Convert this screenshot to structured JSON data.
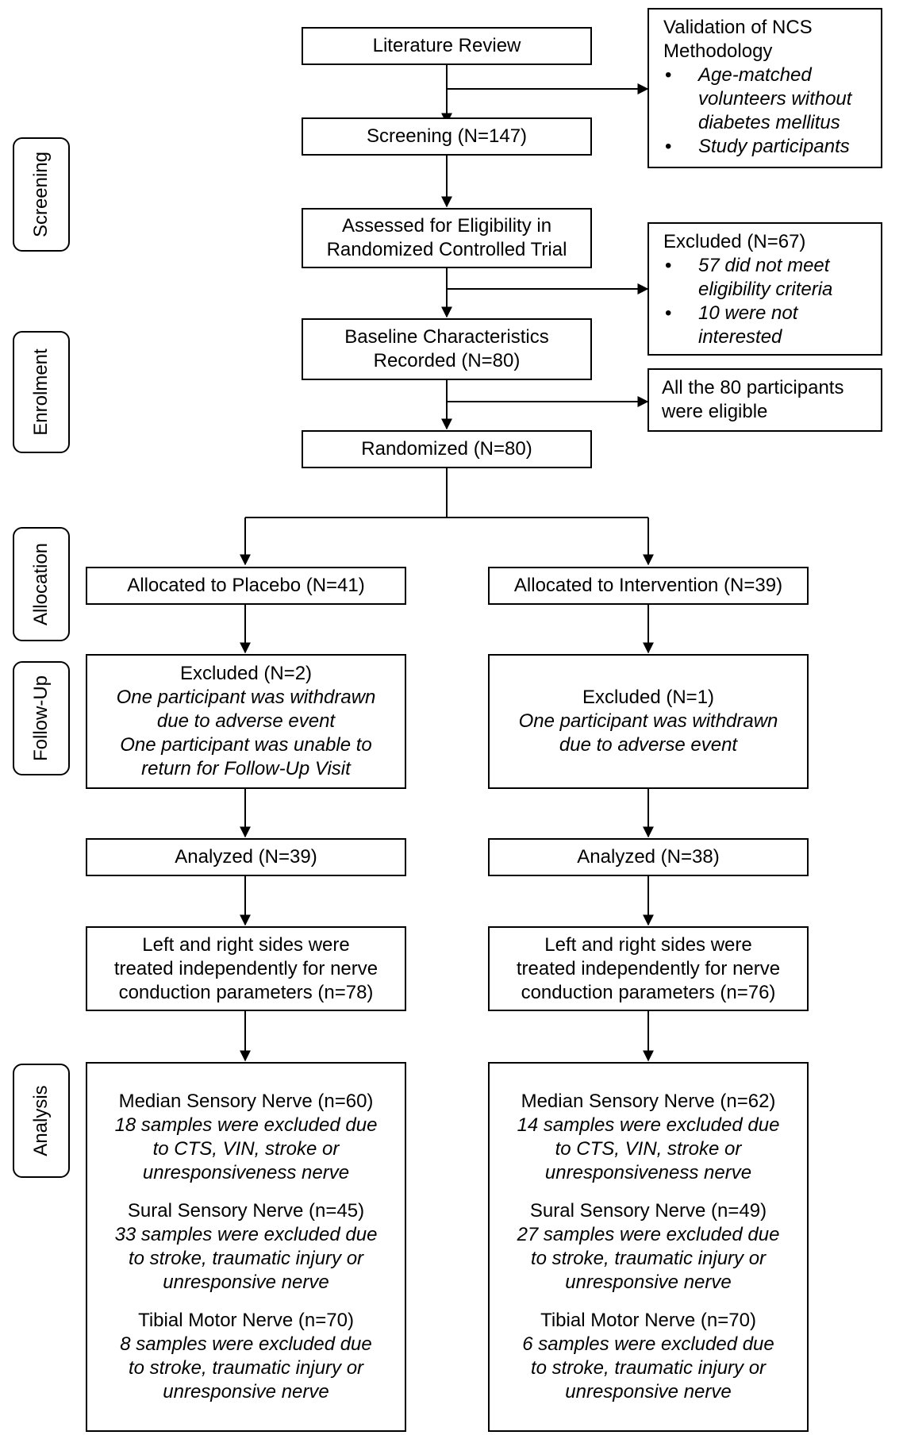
{
  "phases": {
    "screening": "Screening",
    "enrolment": "Enrolment",
    "allocation": "Allocation",
    "follow_up": "Follow-Up",
    "analysis": "Analysis"
  },
  "literature_review": "Literature Review",
  "validation": {
    "title_line1": "Validation of NCS",
    "title_line2": "Methodology",
    "items": [
      {
        "line1": "Age-matched",
        "line2": "volunteers without",
        "line3": "diabetes mellitus"
      },
      {
        "line1": "Study participants"
      }
    ]
  },
  "screening_box": "Screening (N=147)",
  "eligibility": {
    "line1": "Assessed for Eligibility in",
    "line2": "Randomized Controlled Trial"
  },
  "excluded_67": {
    "title": "Excluded (N=67)",
    "items": [
      {
        "line1": "57 did not meet",
        "line2": "eligibility criteria"
      },
      {
        "line1": "10 were not",
        "line2": "interested"
      }
    ]
  },
  "baseline": {
    "line1": "Baseline Characteristics",
    "line2": "Recorded (N=80)"
  },
  "all_eligible": {
    "line1": "All the 80 participants",
    "line2": "were eligible"
  },
  "randomized": "Randomized (N=80)",
  "placebo": {
    "allocated": "Allocated to Placebo (N=41)",
    "excluded_title": "Excluded (N=2)",
    "excluded_lines": [
      "One participant was withdrawn",
      "due to adverse event",
      "One participant was unable to",
      "return for Follow-Up Visit"
    ],
    "analyzed": "Analyzed (N=39)",
    "sides": [
      "Left and right sides were",
      "treated independently for nerve",
      "conduction parameters (n=78)"
    ],
    "nerves": [
      {
        "title": "Median Sensory Nerve (n=60)",
        "lines": [
          "18 samples were excluded due",
          "to CTS, VIN, stroke or",
          "unresponsiveness nerve"
        ]
      },
      {
        "title": "Sural Sensory Nerve (n=45)",
        "lines": [
          "33 samples were excluded due",
          "to stroke, traumatic injury or",
          "unresponsive nerve"
        ]
      },
      {
        "title": "Tibial Motor Nerve (n=70)",
        "lines": [
          "8 samples were excluded due",
          "to stroke, traumatic injury or",
          "unresponsive nerve"
        ]
      }
    ]
  },
  "intervention": {
    "allocated": "Allocated to Intervention (N=39)",
    "excluded_title": "Excluded (N=1)",
    "excluded_lines": [
      "One participant was withdrawn",
      "due to adverse event"
    ],
    "analyzed": "Analyzed (N=38)",
    "sides": [
      "Left and right sides were",
      "treated independently for nerve",
      "conduction parameters (n=76)"
    ],
    "nerves": [
      {
        "title": "Median Sensory Nerve (n=62)",
        "lines": [
          "14 samples were excluded due",
          "to CTS, VIN, stroke or",
          "unresponsiveness nerve"
        ]
      },
      {
        "title": "Sural Sensory Nerve (n=49)",
        "lines": [
          "27 samples were excluded due",
          "to stroke, traumatic injury or",
          "unresponsive nerve"
        ]
      },
      {
        "title": "Tibial Motor Nerve (n=70)",
        "lines": [
          "6 samples were excluded due",
          "to stroke, traumatic injury or",
          "unresponsive nerve"
        ]
      }
    ]
  }
}
